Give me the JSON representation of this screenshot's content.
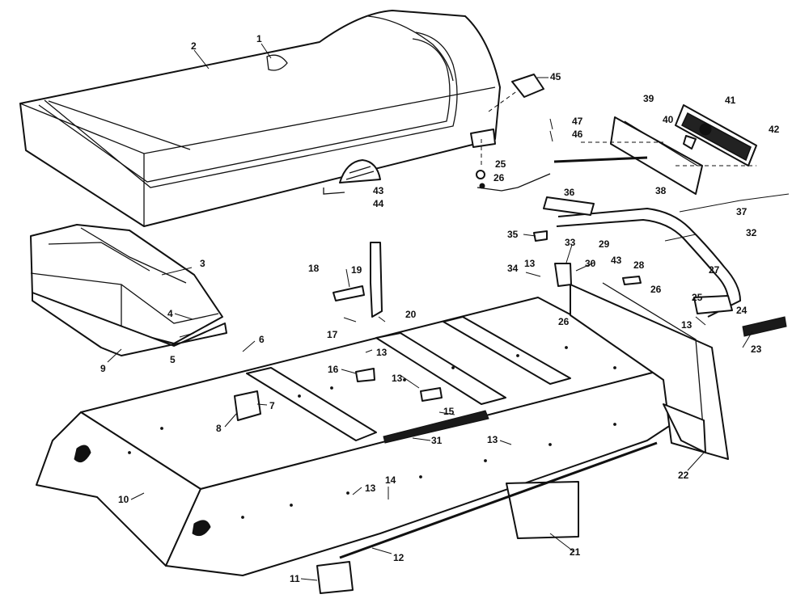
{
  "diagram": {
    "style": "exploded parts diagram, black line art on white",
    "callouts": [
      {
        "id": "c1",
        "label": "1"
      },
      {
        "id": "c2",
        "label": "2"
      },
      {
        "id": "c3",
        "label": "3"
      },
      {
        "id": "c4",
        "label": "4"
      },
      {
        "id": "c5",
        "label": "5"
      },
      {
        "id": "c6",
        "label": "6"
      },
      {
        "id": "c7",
        "label": "7"
      },
      {
        "id": "c8",
        "label": "8"
      },
      {
        "id": "c9",
        "label": "9"
      },
      {
        "id": "c10",
        "label": "10"
      },
      {
        "id": "c11",
        "label": "11"
      },
      {
        "id": "c12",
        "label": "12"
      },
      {
        "id": "c13a",
        "label": "13"
      },
      {
        "id": "c13b",
        "label": "13"
      },
      {
        "id": "c13c",
        "label": "13"
      },
      {
        "id": "c13d",
        "label": "13"
      },
      {
        "id": "c13e",
        "label": "13"
      },
      {
        "id": "c13f",
        "label": "13"
      },
      {
        "id": "c14",
        "label": "14"
      },
      {
        "id": "c15",
        "label": "15"
      },
      {
        "id": "c16",
        "label": "16"
      },
      {
        "id": "c17",
        "label": "17"
      },
      {
        "id": "c18",
        "label": "18"
      },
      {
        "id": "c19",
        "label": "19"
      },
      {
        "id": "c20",
        "label": "20"
      },
      {
        "id": "c21",
        "label": "21"
      },
      {
        "id": "c22",
        "label": "22"
      },
      {
        "id": "c23",
        "label": "23"
      },
      {
        "id": "c24",
        "label": "24"
      },
      {
        "id": "c25a",
        "label": "25"
      },
      {
        "id": "c25b",
        "label": "25"
      },
      {
        "id": "c26a",
        "label": "26"
      },
      {
        "id": "c26b",
        "label": "26"
      },
      {
        "id": "c26c",
        "label": "26"
      },
      {
        "id": "c27",
        "label": "27"
      },
      {
        "id": "c28",
        "label": "28"
      },
      {
        "id": "c29",
        "label": "29"
      },
      {
        "id": "c30",
        "label": "30"
      },
      {
        "id": "c31",
        "label": "31"
      },
      {
        "id": "c32",
        "label": "32"
      },
      {
        "id": "c33",
        "label": "33"
      },
      {
        "id": "c34",
        "label": "34"
      },
      {
        "id": "c35",
        "label": "35"
      },
      {
        "id": "c36",
        "label": "36"
      },
      {
        "id": "c37",
        "label": "37"
      },
      {
        "id": "c38",
        "label": "38"
      },
      {
        "id": "c39",
        "label": "39"
      },
      {
        "id": "c40",
        "label": "40"
      },
      {
        "id": "c41",
        "label": "41"
      },
      {
        "id": "c42",
        "label": "42"
      },
      {
        "id": "c43a",
        "label": "43"
      },
      {
        "id": "c43b",
        "label": "43"
      },
      {
        "id": "c44",
        "label": "44"
      },
      {
        "id": "c45",
        "label": "45"
      },
      {
        "id": "c46",
        "label": "46"
      },
      {
        "id": "c47",
        "label": "47"
      }
    ]
  }
}
